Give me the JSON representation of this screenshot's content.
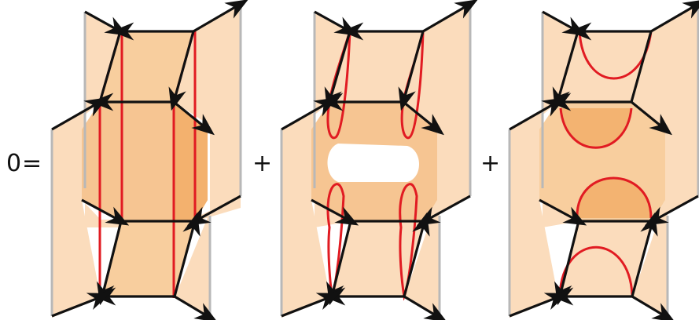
{
  "equation": {
    "lhs": "0",
    "equals": "=",
    "plus_1": "+",
    "plus_2": "+"
  },
  "colors": {
    "sheet_light": "#fbdcbc",
    "sheet_mid": "#f6c592",
    "sheet_dark": "#f2aa62",
    "edge_black": "#111111",
    "edge_red": "#e11b22",
    "edge_gray": "#b8b8b8",
    "hole_white": "#ffffff"
  },
  "diagrams": [
    {
      "name": "term-1-vertical-red-lines"
    },
    {
      "name": "term-2-cut-with-hole"
    },
    {
      "name": "term-3-red-caps"
    }
  ]
}
